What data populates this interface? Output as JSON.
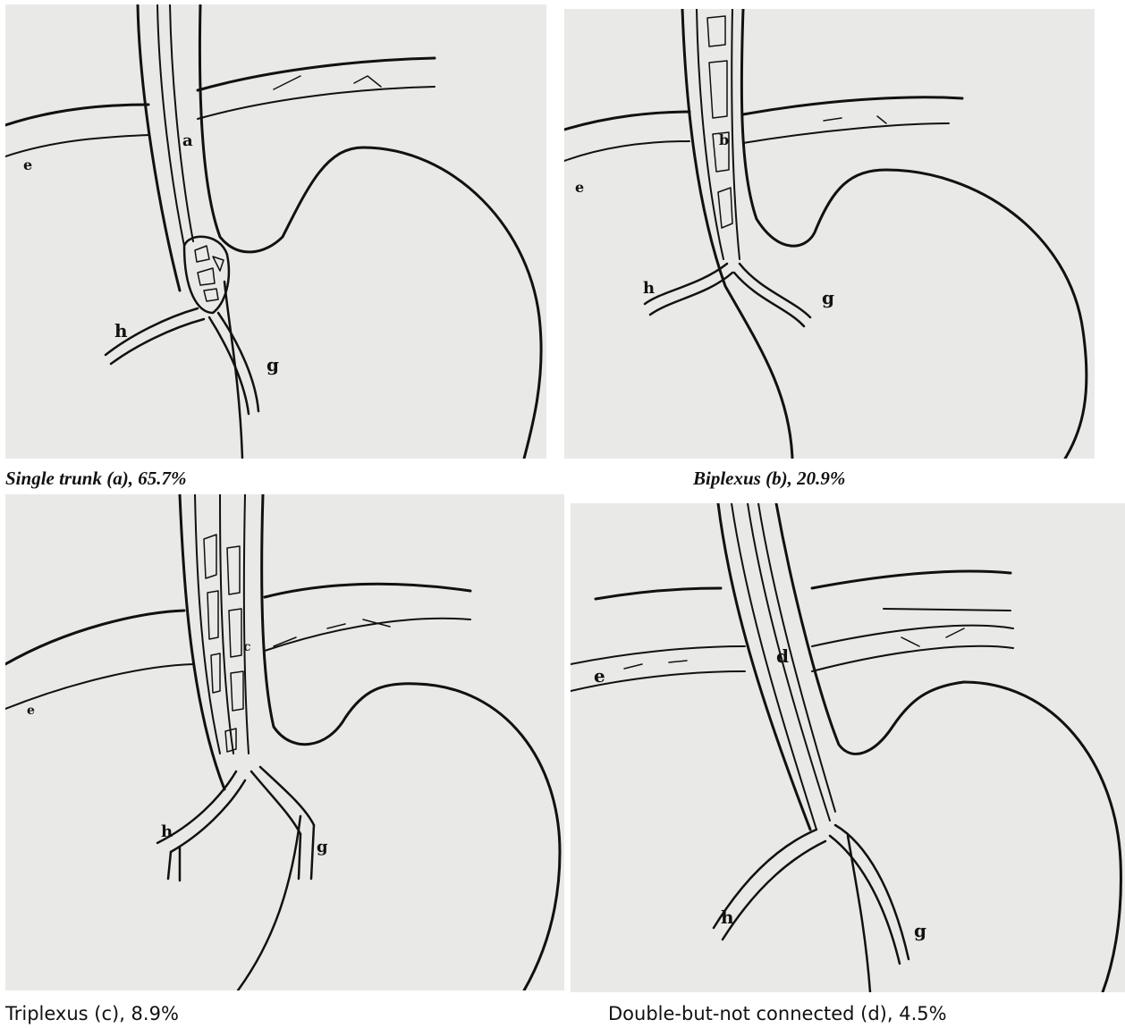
{
  "panels": [
    {
      "caption": "Single trunk (a), 65.7%",
      "labels": {
        "trunk": "a",
        "e": "e",
        "h": "h",
        "g": "g"
      }
    },
    {
      "caption": "Biplexus (b), 20.9%",
      "labels": {
        "trunk": "b",
        "e": "e",
        "h": "h",
        "g": "g"
      }
    },
    {
      "caption": "Triplexus (c), 8.9%",
      "labels": {
        "trunk": "c",
        "e": "e",
        "h": "h",
        "g": "g"
      }
    },
    {
      "caption": "Double-but-not connected (d), 4.5%",
      "labels": {
        "trunk": "d",
        "e": "e",
        "h": "h",
        "g": "g"
      }
    }
  ]
}
